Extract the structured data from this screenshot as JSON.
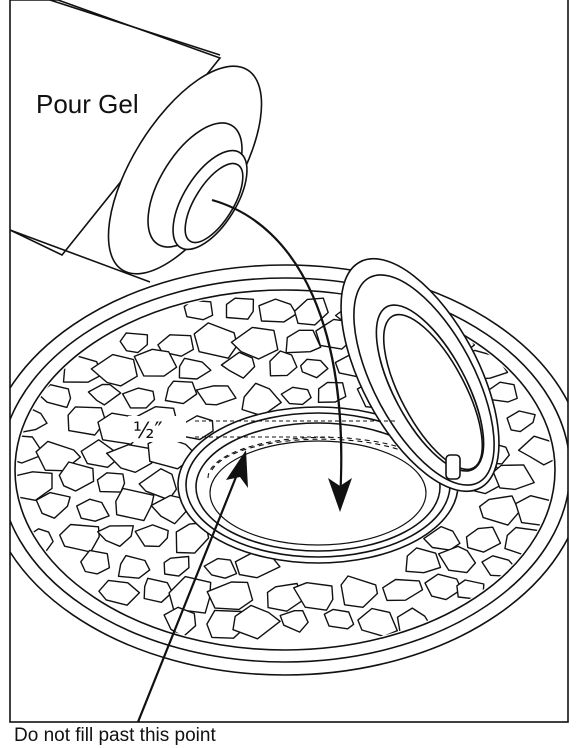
{
  "labels": {
    "pour": "Pour Gel",
    "measure": "½″",
    "caution": "Do not fill past this point"
  },
  "colors": {
    "ink": "#111111",
    "paper": "#ffffff",
    "stone_fill": "#ffffff"
  },
  "icons": {
    "container": "gel-pour-bottle-icon",
    "stones": "fire-glass-stone-icon",
    "lid": "burner-lid-icon"
  }
}
